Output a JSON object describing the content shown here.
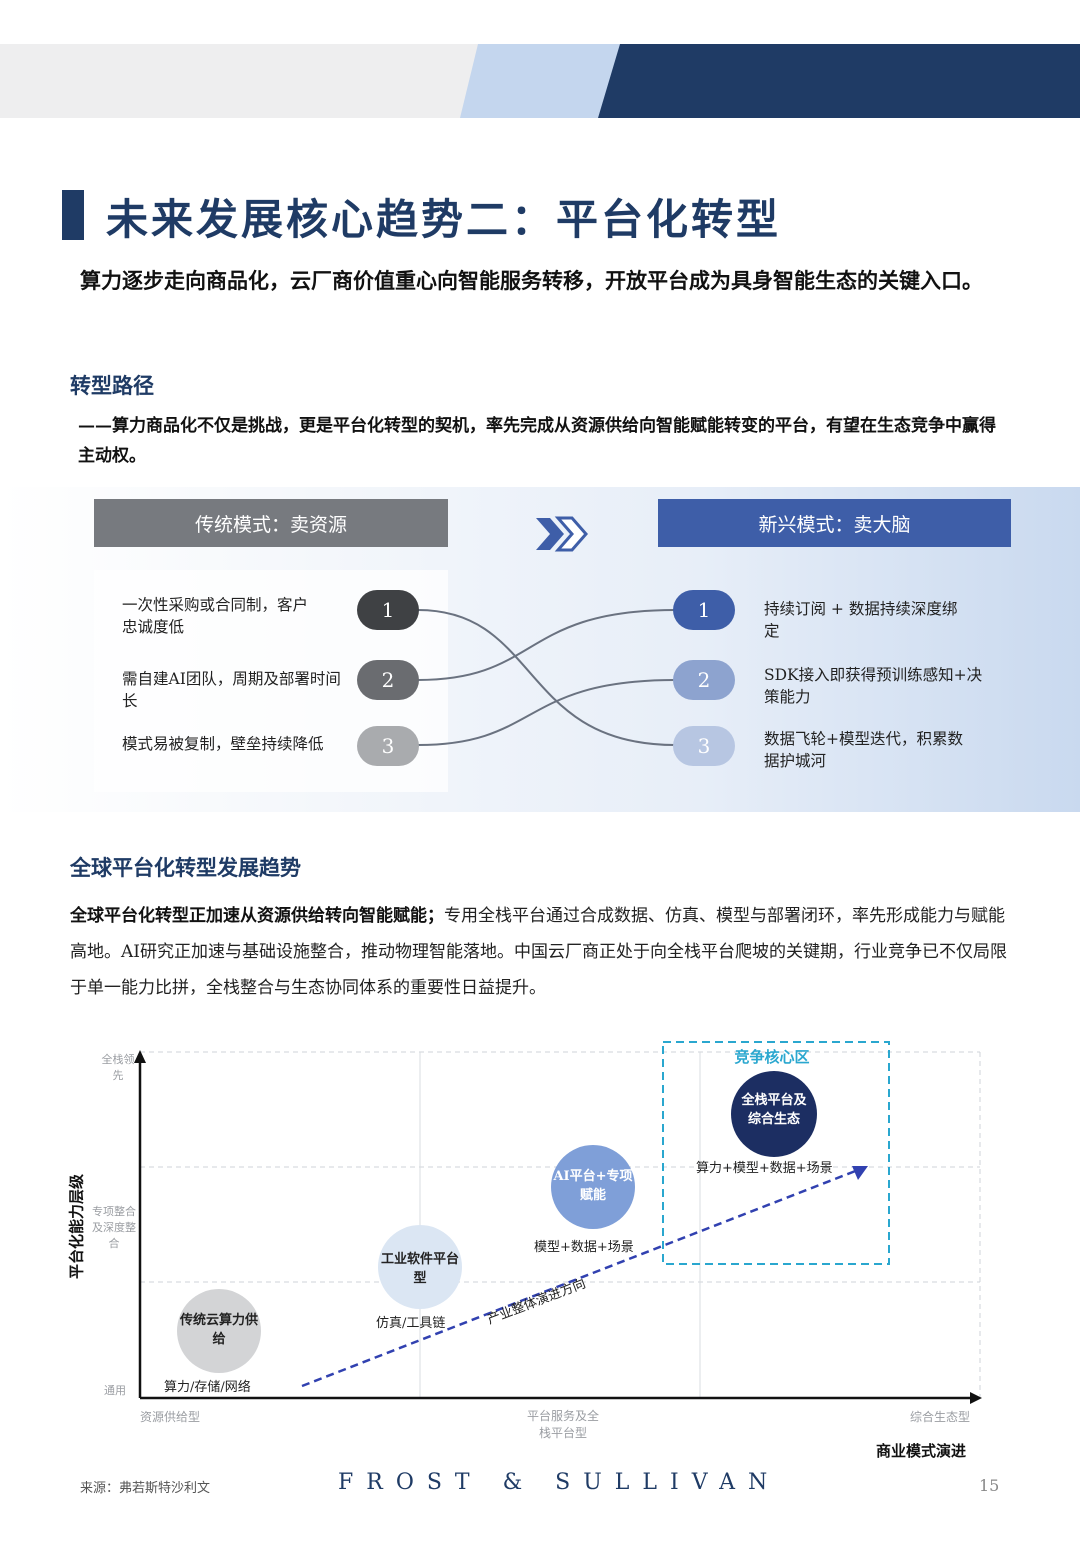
{
  "title": "未来发展核心趋势二：平台化转型",
  "lead": "算力逐步走向商品化，云厂商价值重心向智能服务转移，开放平台成为具身智能生态的关键入口。",
  "section1": {
    "heading": "转型路径",
    "subtitle": "——算力商品化不仅是挑战，更是平台化转型的契机，率先完成从资源供给向智能赋能转变的平台，有望在生态竞争中赢得主动权。"
  },
  "comparison": {
    "old_header": "传统模式：卖资源",
    "new_header": "新兴模式：卖大脑",
    "old_items": [
      {
        "num": "1",
        "text": "一次性采购或合同制，客户忠诚度低"
      },
      {
        "num": "2",
        "text": "需自建AI团队，周期及部署时间长"
      },
      {
        "num": "3",
        "text": "模式易被复制，壁垒持续降低"
      }
    ],
    "new_items": [
      {
        "num": "1",
        "text": "持续订阅 + 数据持续深度绑定"
      },
      {
        "num": "2",
        "text": "SDK接入即获得预训练感知+决策能力"
      },
      {
        "num": "3",
        "text": "数据飞轮+模型迭代，积累数据护城河"
      }
    ],
    "colors": {
      "old_circle": [
        "#3f4144",
        "#6a6c70",
        "#a9abae"
      ],
      "new_circle": [
        "#3e5ea8",
        "#8da3cf",
        "#b7c6e2"
      ]
    }
  },
  "section2": {
    "heading": "全球平台化转型发展趋势",
    "body_bold": "全球平台化转型正加速从资源供给转向智能赋能；",
    "body": "专用全栈平台通过合成数据、仿真、模型与部署闭环，率先形成能力与赋能高地。AI研究正加速与基础设施整合，推动物理智能落地。中国云厂商正处于向全栈平台爬坡的关键期，行业竞争已不仅局限于单一能力比拼，全栈整合与生态协同体系的重要性日益提升。"
  },
  "chart_data": {
    "type": "scatter",
    "ylabel": "平台化能力层级",
    "xlabel": "商业模式演进",
    "y_ticks": [
      "通用",
      "专项整合及深度整合",
      "全栈领先"
    ],
    "x_ticks": [
      "资源供给型",
      "平台服务及全栈平台型",
      "综合生态型"
    ],
    "zone_label": "竞争核心区",
    "arrow_label": "产业整体演进方向",
    "points": [
      {
        "name": "传统云算力供给",
        "caption": "算力/存储/网络",
        "color": "#d3d4d6"
      },
      {
        "name": "工业软件平台型",
        "caption": "仿真/工具链",
        "color": "#dbe6f3"
      },
      {
        "name": "AI平台+专项赋能",
        "caption": "模型+数据+场景",
        "color": "#7f9fd8"
      },
      {
        "name": "全栈平台及综合生态",
        "caption": "算力+模型+数据+场景",
        "color": "#1c2e62"
      }
    ]
  },
  "footer": {
    "source": "来源：弗若斯特沙利文",
    "brand": "FROST & SULLIVAN",
    "page": "15"
  }
}
